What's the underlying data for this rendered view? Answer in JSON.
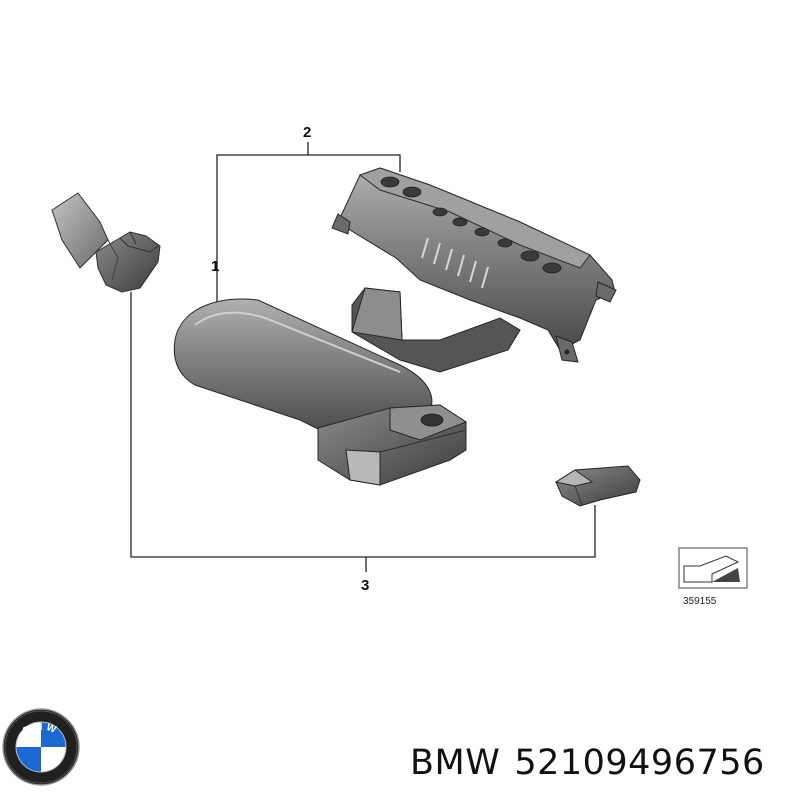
{
  "callouts": {
    "part_1": "1",
    "part_2": "2",
    "part_3": "3"
  },
  "diagram_reference_number": "359155",
  "brand_logo_text": "BMW",
  "caption": {
    "brand": "BMW",
    "part_number": "52109496756"
  },
  "colors": {
    "part_fill": "#6f6f6f",
    "part_highlight": "#a5a5a5",
    "part_shadow": "#3e3e3e",
    "leader_lines": "#222222",
    "logo_blue": "#1c69d4"
  }
}
